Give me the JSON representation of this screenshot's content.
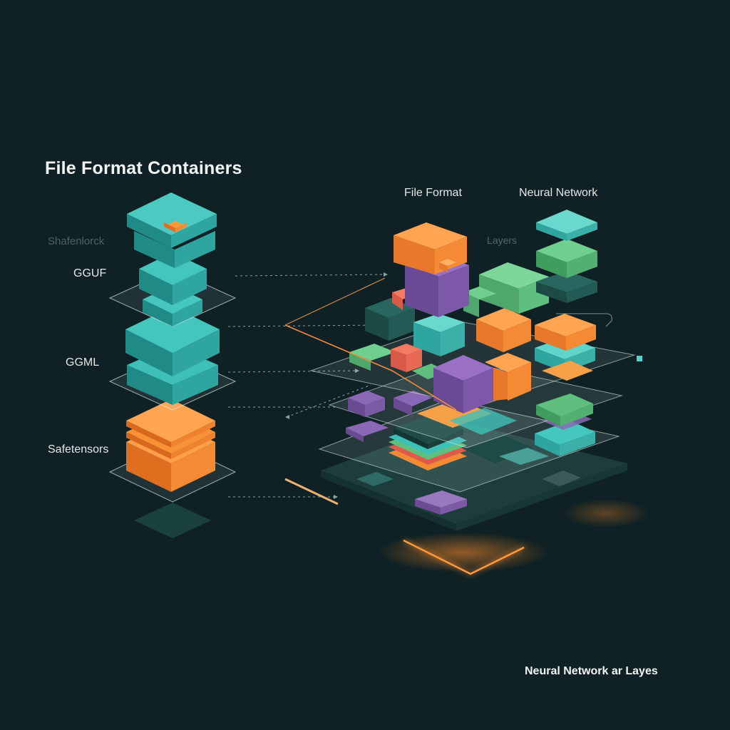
{
  "title": "File Format Containers",
  "formats": {
    "faded_label": "Shafenlorck",
    "gguf": "GGUF",
    "ggml": "GGML",
    "safetensors": "Safetensors"
  },
  "headers": {
    "file_format": "File Format",
    "neural_network": "Neural Network",
    "layers_faded": "Layers"
  },
  "caption": "Neural Network ar Layes",
  "colors": {
    "background": "#0f2124",
    "teal": "#3bb0a8",
    "orange": "#f48a33",
    "green": "#5fbf7e",
    "purple": "#7a55a0",
    "dark_teal": "#1f4a48",
    "coral": "#ee6f5d"
  }
}
